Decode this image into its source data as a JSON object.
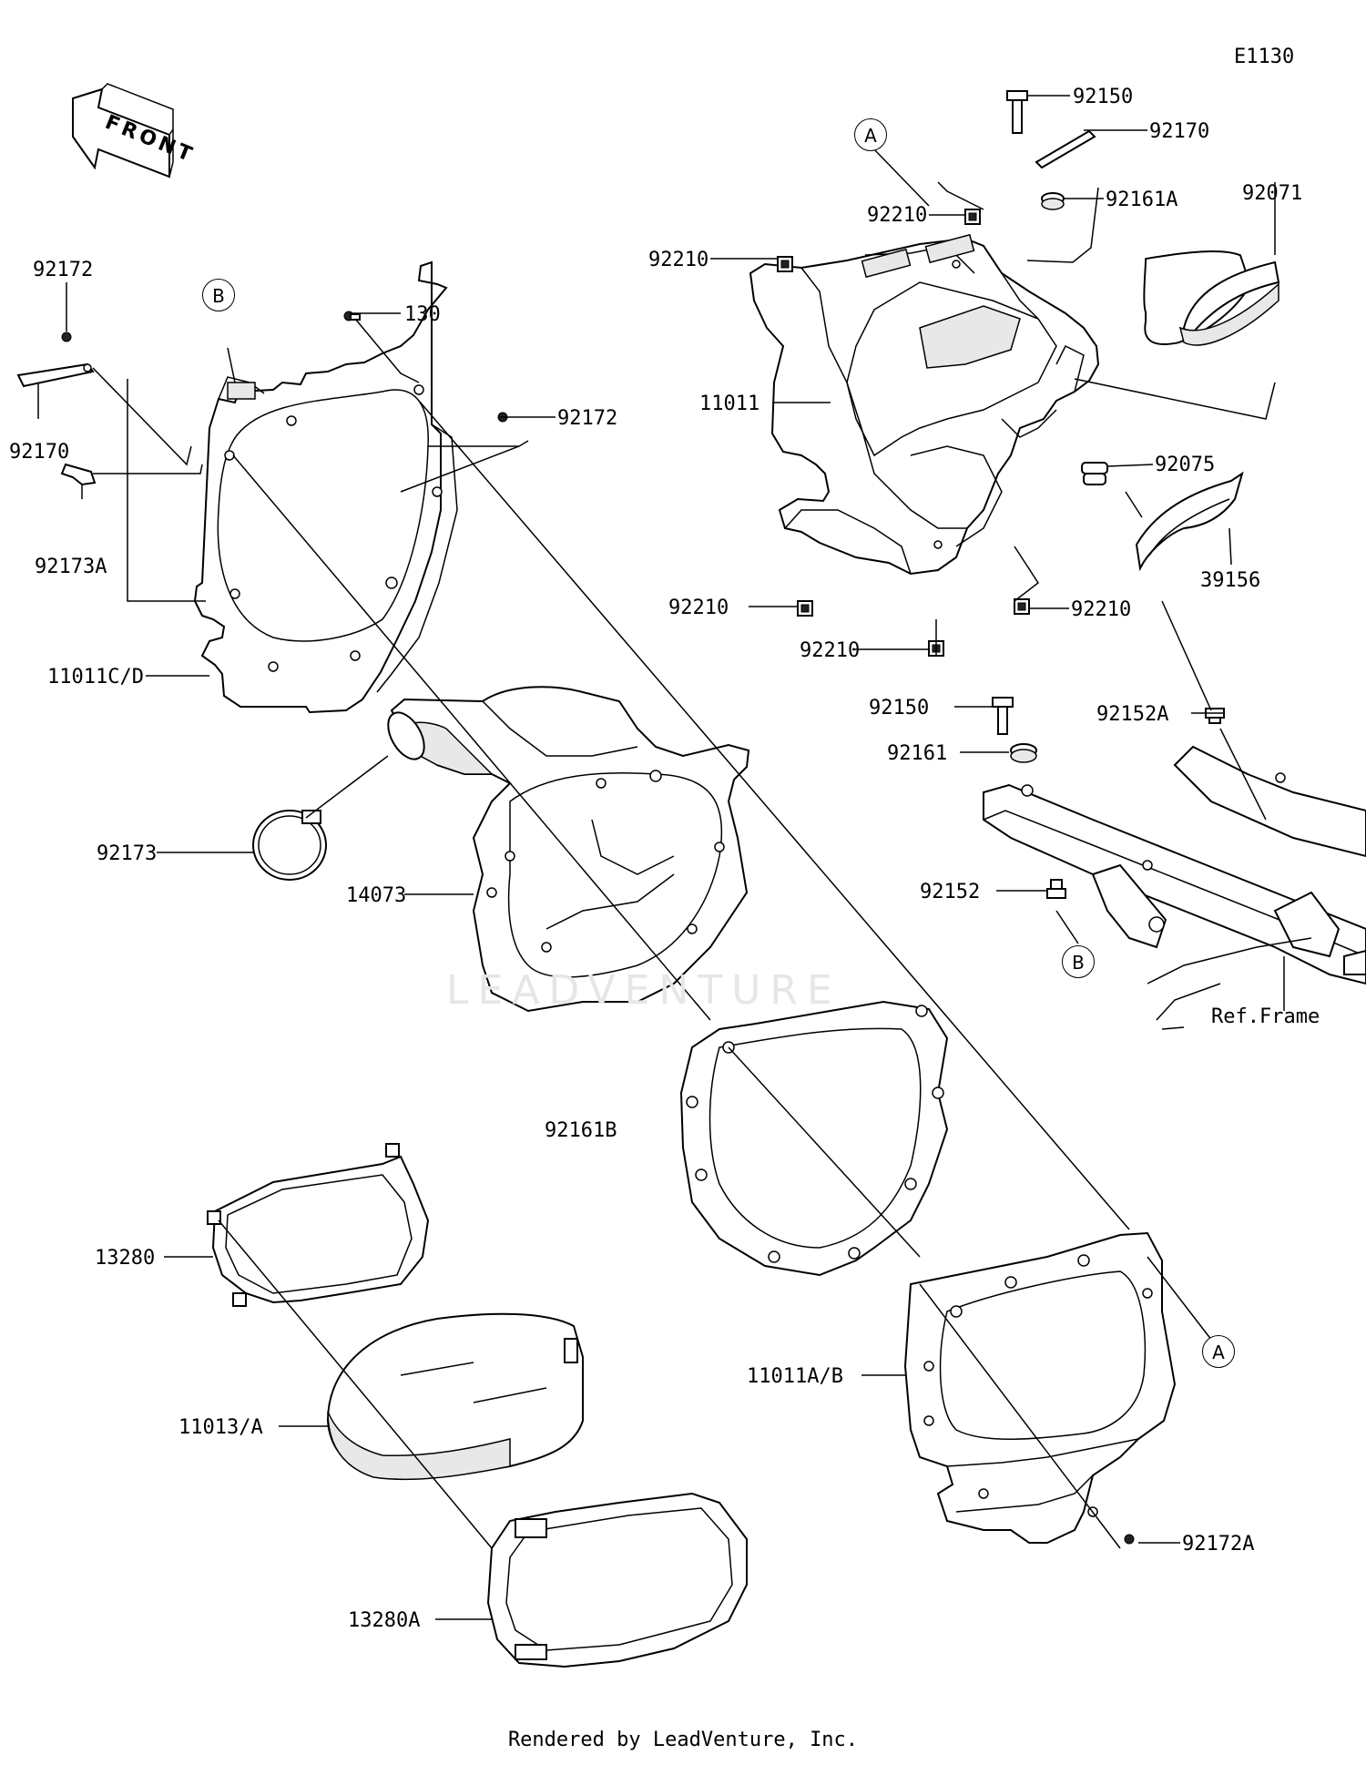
{
  "diagram_code": "E1130",
  "front_label": "FRONT",
  "watermark": "LEADVENTURE",
  "footer": "Rendered by LeadVenture, Inc.",
  "callouts": {
    "a": "A",
    "b": "B"
  },
  "parts": {
    "p92150_top": "92150",
    "p92170_top": "92170",
    "p92161A": "92161A",
    "p92071": "92071",
    "p92210_a": "92210",
    "p92210_b": "92210",
    "p92210_c": "92210",
    "p92210_d": "92210",
    "p92210_e": "92210",
    "p11011": "11011",
    "p92075": "92075",
    "p39156": "39156",
    "p92172_tl": "92172",
    "p130": "130",
    "p92172_m": "92172",
    "p92170_l": "92170",
    "p92173A": "92173A",
    "p11011CD": "11011C/D",
    "p92150_mid": "92150",
    "p92152A": "92152A",
    "p92161": "92161",
    "p92173": "92173",
    "p14073": "14073",
    "p92152": "92152",
    "p_ref_frame": "Ref.Frame",
    "p92161B": "92161B",
    "p13280": "13280",
    "p11013A": "11013/A",
    "p11011AB": "11011A/B",
    "p92172A": "92172A",
    "p13280A": "13280A"
  }
}
